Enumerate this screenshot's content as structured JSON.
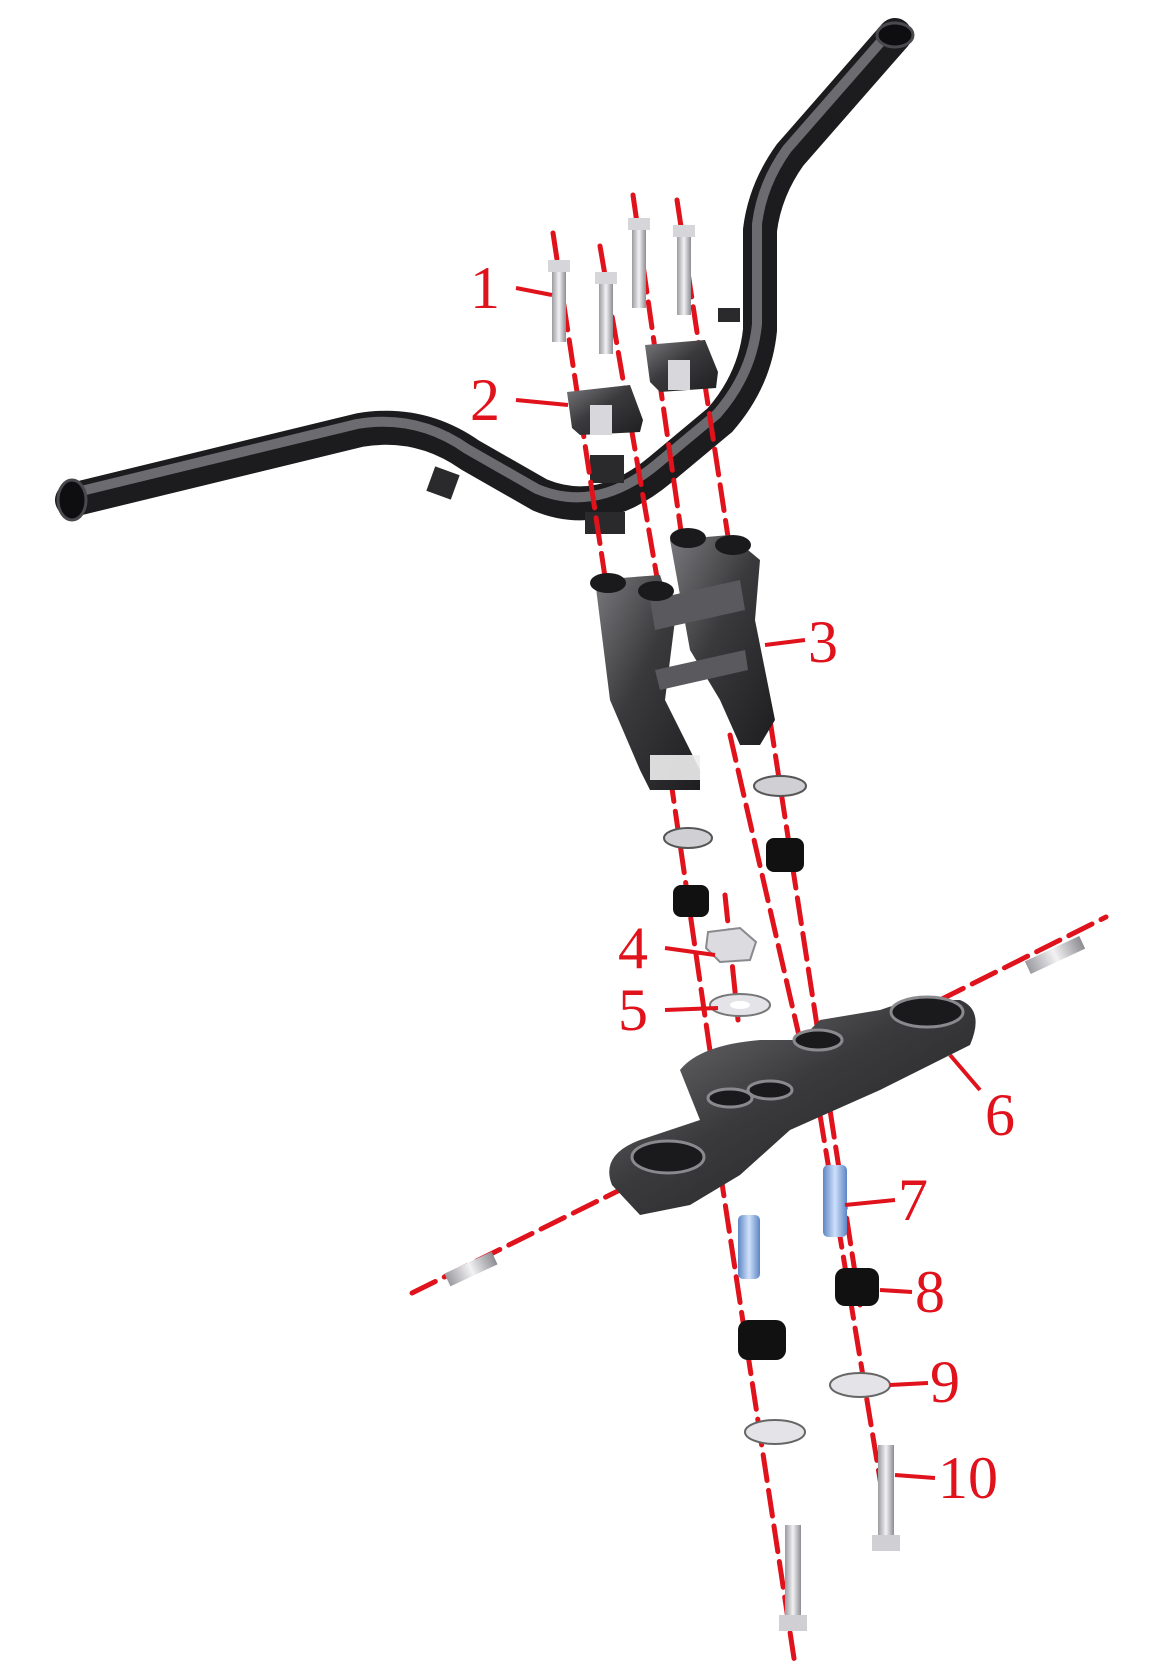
{
  "diagram": {
    "kind": "exploded-parts-view",
    "colors": {
      "axis_line": "#e0121b",
      "callout_text": "#e0121b",
      "dark_part": "#3a3a3c",
      "dark_part_highlight": "#8a8a8e",
      "bolt_metal": "#c8c8cc",
      "spacer_blue": "#8fb3e6",
      "rubber_black": "#111111"
    },
    "callouts": [
      {
        "id": "c1",
        "label": "1"
      },
      {
        "id": "c2",
        "label": "2"
      },
      {
        "id": "c3",
        "label": "3"
      },
      {
        "id": "c4",
        "label": "4"
      },
      {
        "id": "c5",
        "label": "5"
      },
      {
        "id": "c6",
        "label": "6"
      },
      {
        "id": "c7",
        "label": "7"
      },
      {
        "id": "c8",
        "label": "8"
      },
      {
        "id": "c9",
        "label": "9"
      },
      {
        "id": "c10",
        "label": "10"
      }
    ]
  }
}
